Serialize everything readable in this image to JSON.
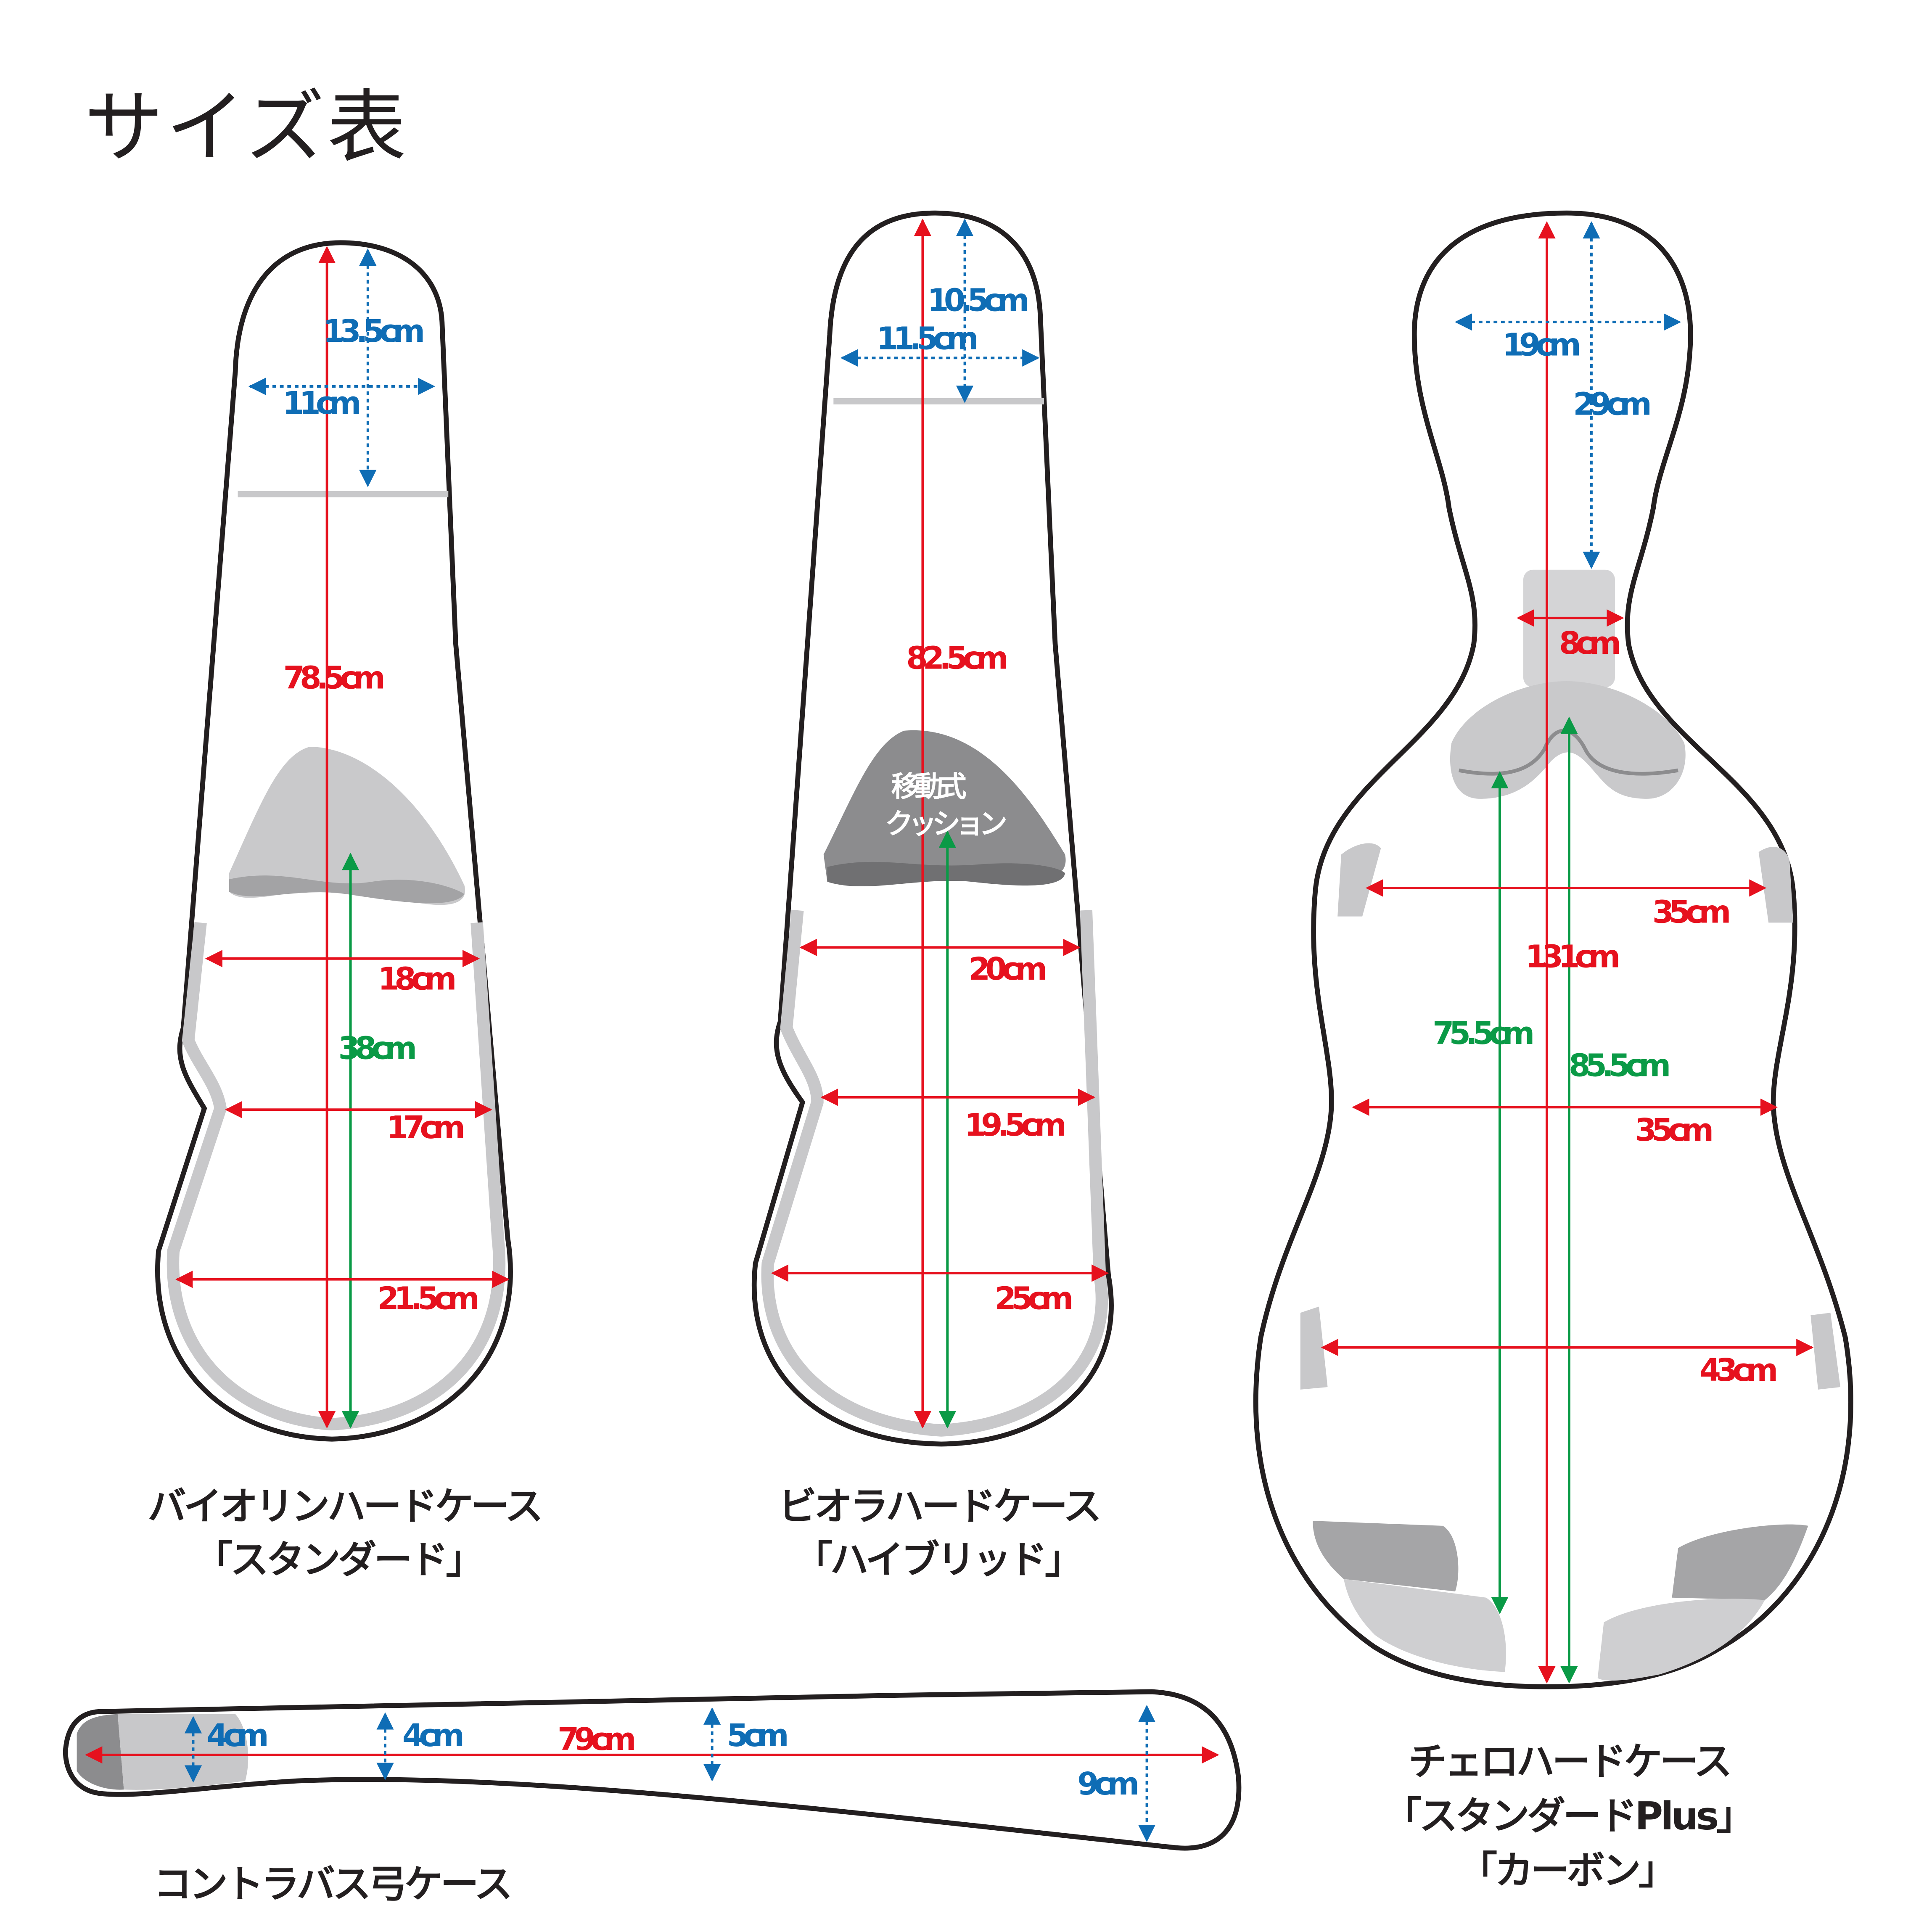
{
  "page_title": "サイズ表",
  "colors": {
    "outline": "#231f20",
    "lining": "#c8c8ca",
    "cushion": "#bdbdbf",
    "cushion_dark": "#8c8c8e",
    "length_red": "#e6111e",
    "width_red": "#e6111e",
    "inner_green": "#0a9a46",
    "head_blue": "#0f6db5"
  },
  "violin": {
    "caption_line1": "バイオリンハードケース",
    "caption_line2": "「スタンダード」",
    "head_length": "13.5cm",
    "head_width": "11cm",
    "total_length": "78.5cm",
    "inner_length": "38cm",
    "upper_width": "18cm",
    "waist_width": "17cm",
    "lower_width": "21.5cm"
  },
  "viola": {
    "caption_line1": "ビオラハードケース",
    "caption_line2": "「ハイブリッド」",
    "head_length": "10.5cm",
    "head_width": "11.5cm",
    "total_length": "82.5cm",
    "cushion_line1": "移動式",
    "cushion_line2": "クッション",
    "upper_width": "20cm",
    "waist_width": "19.5cm",
    "lower_width": "25cm"
  },
  "cello": {
    "caption_line1": "チェロハードケース",
    "caption_line2": "「スタンダードPlus」",
    "caption_line3": "「カーボン」",
    "head_width": "19cm",
    "head_length": "29cm",
    "neck_width": "8cm",
    "upper_width": "35cm",
    "total_length": "131cm",
    "inner_length_a": "75.5cm",
    "inner_length_b": "85.5cm",
    "waist_width": "35cm",
    "lower_width": "43cm"
  },
  "bow": {
    "caption": "コントラバス弓ケース",
    "tip_height": "4cm",
    "mid_height_1": "4cm",
    "total_length": "79cm",
    "mid_height_2": "5cm",
    "frog_height": "9cm"
  }
}
